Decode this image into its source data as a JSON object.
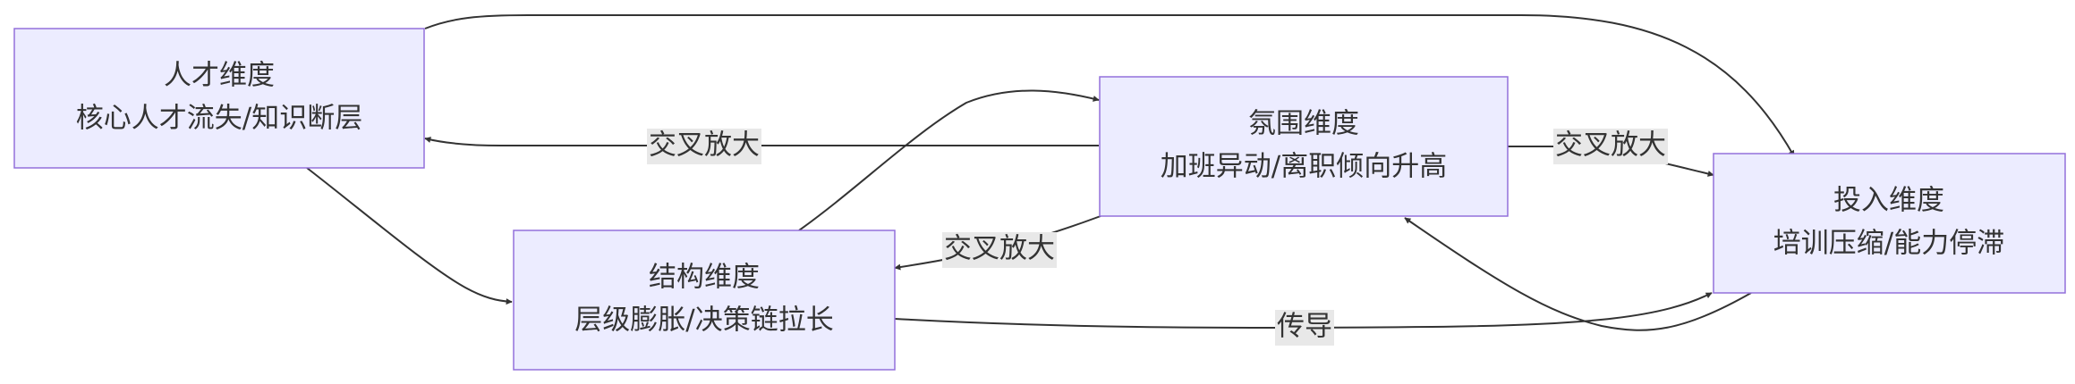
{
  "nodes": {
    "talent": {
      "title": "人才维度",
      "subtitle": "核心人才流失/知识断层"
    },
    "atmosphere": {
      "title": "氛围维度",
      "subtitle": "加班异动/离职倾向升高"
    },
    "investment": {
      "title": "投入维度",
      "subtitle": "培训压缩/能力停滞"
    },
    "structure": {
      "title": "结构维度",
      "subtitle": "层级膨胀/决策链拉长"
    }
  },
  "edges": {
    "atmosphere_to_talent": "交叉放大",
    "atmosphere_to_structure": "交叉放大",
    "atmosphere_to_investment": "交叉放大",
    "structure_to_investment": "传导"
  },
  "colors": {
    "node_fill": "#ECECFF",
    "node_stroke": "#9370DB",
    "edge": "#333333",
    "label_bg": "#E8E8E8",
    "text": "#333333"
  }
}
